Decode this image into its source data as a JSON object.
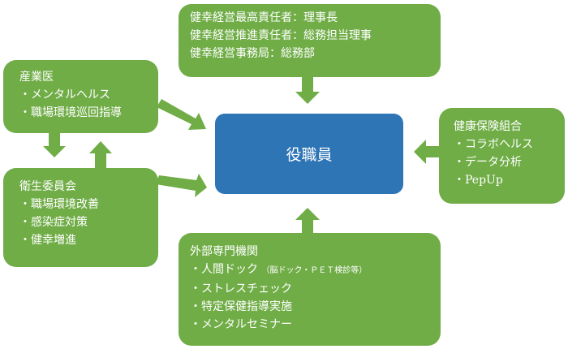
{
  "top_box": {
    "lines": [
      "健幸経営最高責任者：理事長",
      "健幸経営推進責任者：総務担当理事",
      "健幸経営事務局：総務部"
    ]
  },
  "center_box": {
    "label": "役職員"
  },
  "sangyoui_box": {
    "title": "産業医",
    "items": [
      "メンタルヘルス",
      "職場環境巡回指導"
    ]
  },
  "eisei_box": {
    "title": "衛生委員会",
    "items": [
      "職場環境改善",
      "感染症対策",
      "健幸増進"
    ]
  },
  "kenpo_box": {
    "title": "健康保険組合",
    "items": [
      "コラボヘルス",
      "データ分析",
      "PepUp"
    ]
  },
  "gaibu_box": {
    "title": "外部専門機関",
    "item1": "人間ドック",
    "item1_note": "（脳ドック・ＰＥＴ検診等）",
    "items": [
      "ストレスチェック",
      "特定保健指導実施",
      "メンタルセミナー"
    ]
  },
  "colors": {
    "green": "#70ad47",
    "blue": "#2e75b6"
  }
}
